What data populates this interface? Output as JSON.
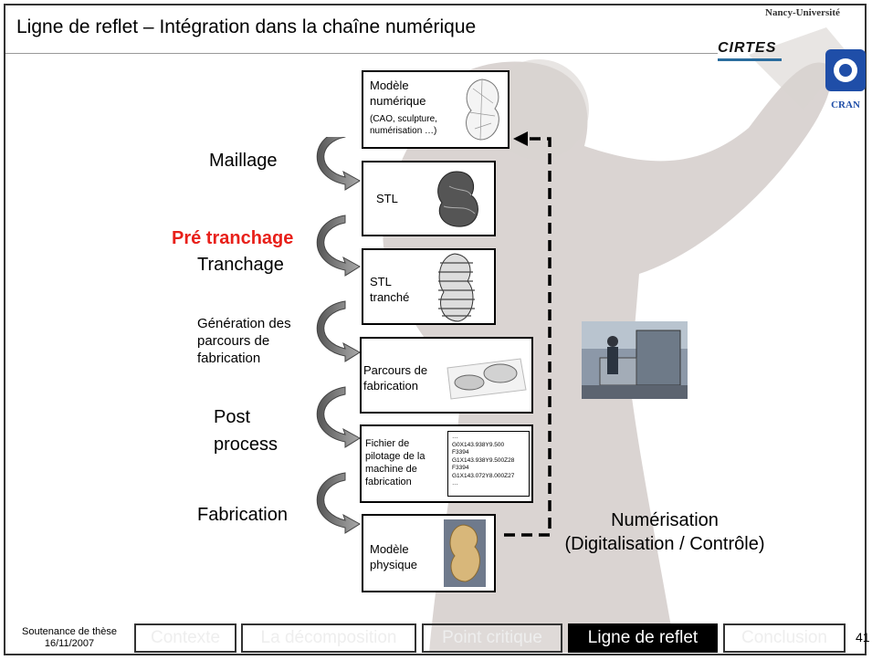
{
  "title": "Ligne de reflet – Intégration dans la chaîne numérique",
  "logos": {
    "nancy": "Nancy-Université",
    "cirtes": "CIRTES",
    "cran": "CRAN"
  },
  "boxes": {
    "modele_numerique": {
      "line1": "Modèle",
      "line2": "numérique",
      "sub1": "(CAO, sculpture,",
      "sub2": "numérisation …)"
    },
    "stl": {
      "label": "STL"
    },
    "stl_tranche": {
      "line1": "STL",
      "line2": "tranché"
    },
    "parcours": {
      "line1": "Parcours de",
      "line2": "fabrication"
    },
    "fichier": {
      "line1": "Fichier de",
      "line2": "pilotage de la",
      "line3": "machine de",
      "line4": "fabrication"
    },
    "modele_physique": {
      "line1": "Modèle",
      "line2": "physique"
    }
  },
  "gcode": [
    "…",
    "G0X143.938Y9.500",
    "F3394",
    "G1X143.938Y9.500Z28",
    "F3394",
    "G1X143.072Y8.000Z27",
    "…"
  ],
  "steps": {
    "maillage": "Maillage",
    "pre_tranchage": "Pré tranchage",
    "tranchage": "Tranchage",
    "generation": [
      "Génération des",
      "parcours de",
      "fabrication"
    ],
    "post": [
      "Post",
      "process"
    ],
    "fabrication": "Fabrication"
  },
  "numerisation": {
    "line1": "Numérisation",
    "line2": "(Digitalisation / Contrôle)"
  },
  "footer": {
    "line1": "Soutenance de thèse",
    "line2": "16/11/2007",
    "nav": [
      "Contexte",
      "La décomposition",
      "Point critique",
      "Ligne de reflet",
      "Conclusion"
    ],
    "active_index": 3,
    "page": "41"
  },
  "colors": {
    "accent_red": "#e8201a",
    "nav_active": "#000000"
  }
}
